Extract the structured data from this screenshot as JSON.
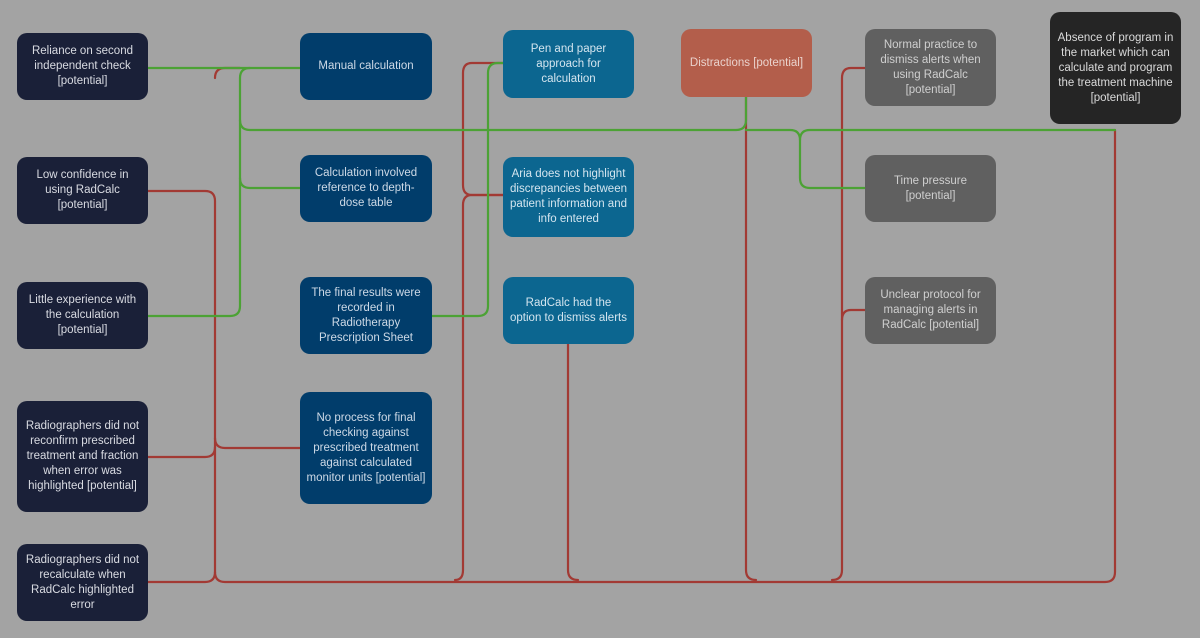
{
  "colors": {
    "background": "#a3a3a3",
    "green_link": "#4ca235",
    "red_link": "#a23a34"
  },
  "nodes": [
    {
      "id": "n1",
      "style": "navy",
      "text": "Reliance on second independent check [potential]"
    },
    {
      "id": "n2",
      "style": "navy",
      "text": "Low confidence in using RadCalc [potential]"
    },
    {
      "id": "n3",
      "style": "navy",
      "text": "Little experience with the calculation [potential]"
    },
    {
      "id": "n4",
      "style": "navy",
      "text": "Radiographers did not reconfirm prescribed treatment and fraction when error was highlighted [potential]"
    },
    {
      "id": "n5",
      "style": "navy",
      "text": "Radiographers did not recalculate when RadCalc highlighted error"
    },
    {
      "id": "n6",
      "style": "blue",
      "text": "Manual calculation"
    },
    {
      "id": "n7",
      "style": "blue",
      "text": "Calculation involved reference to depth-dose table"
    },
    {
      "id": "n8",
      "style": "blue",
      "text": "The final results were recorded in Radiotherapy Prescription Sheet"
    },
    {
      "id": "n9",
      "style": "blue",
      "text": "No process for final checking against prescribed treatment against calculated monitor units [potential]"
    },
    {
      "id": "n10",
      "style": "lblue",
      "text": "Pen and paper approach for calculation"
    },
    {
      "id": "n11",
      "style": "lblue",
      "text": "Aria does not highlight discrepancies between patient information and info entered"
    },
    {
      "id": "n12",
      "style": "lblue",
      "text": "RadCalc had the option to dismiss alerts"
    },
    {
      "id": "n13",
      "style": "salmon",
      "text": "Distractions [potential]"
    },
    {
      "id": "n14",
      "style": "grey",
      "text": "Normal practice to dismiss alerts when using RadCalc [potential]"
    },
    {
      "id": "n15",
      "style": "grey",
      "text": "Time pressure [potential]"
    },
    {
      "id": "n16",
      "style": "grey",
      "text": "Unclear protocol for managing alerts in RadCalc [potential]"
    },
    {
      "id": "n17",
      "style": "black",
      "text": "Absence of program in the market which can calculate and program the treatment machine [potential]"
    }
  ]
}
